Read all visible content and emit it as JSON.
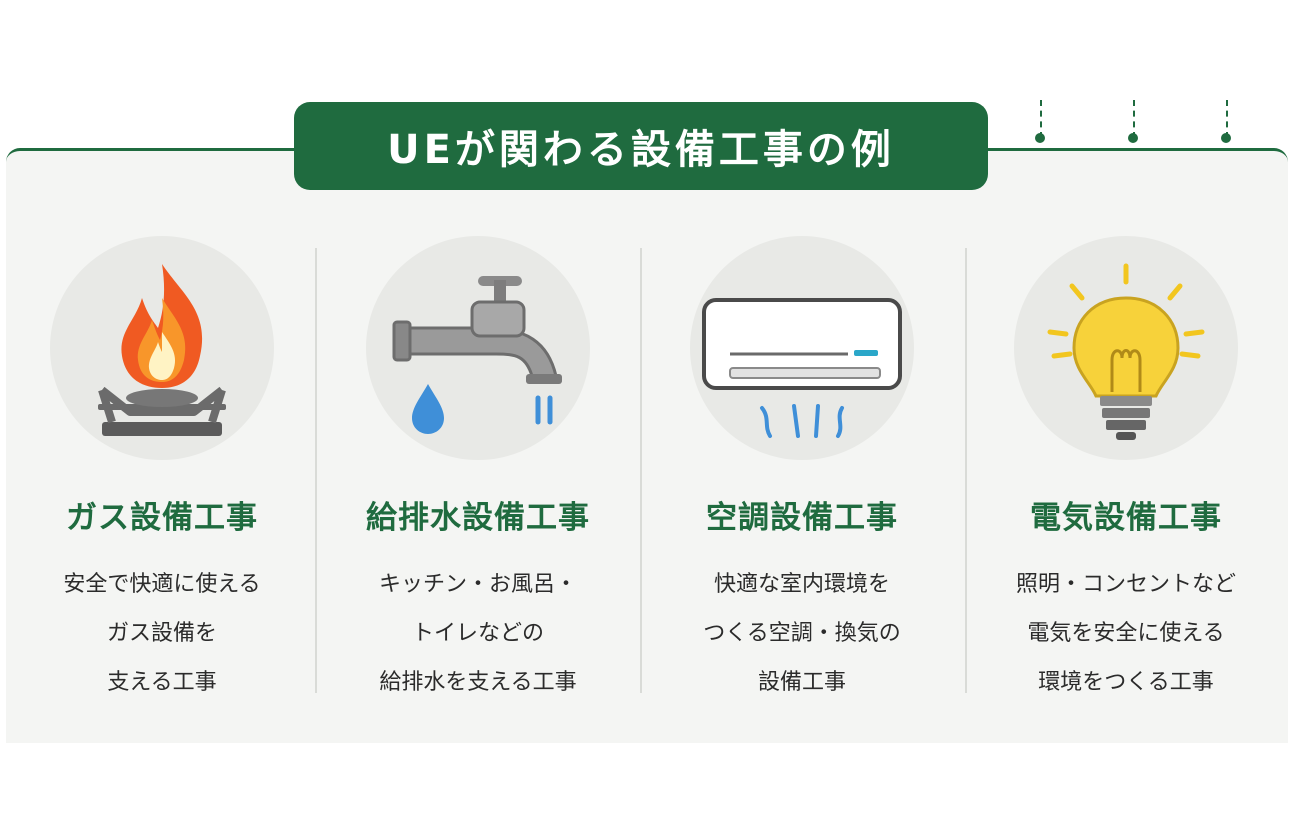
{
  "title": "UEが関わる設備工事の例",
  "colors": {
    "brand_green": "#1f6b3f",
    "background": "#f4f5f3"
  },
  "items": [
    {
      "icon": "gas-stove-flame-icon",
      "heading": "ガス設備工事",
      "lines": [
        "安全で快適に使える",
        "ガス設備を",
        "支える工事"
      ]
    },
    {
      "icon": "water-faucet-icon",
      "heading": "給排水設備工事",
      "lines": [
        "キッチン・お風呂・",
        "トイレなどの",
        "給排水を支える工事"
      ]
    },
    {
      "icon": "air-conditioner-icon",
      "heading": "空調設備工事",
      "lines": [
        "快適な室内環境を",
        "つくる空調・換気の",
        "設備工事"
      ]
    },
    {
      "icon": "light-bulb-icon",
      "heading": "電気設備工事",
      "lines": [
        "照明・コンセントなど",
        "電気を安全に使える",
        "環境をつくる工事"
      ]
    }
  ]
}
